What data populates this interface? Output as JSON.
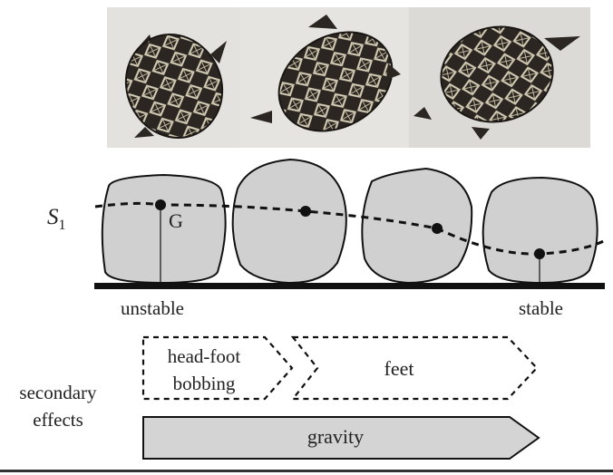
{
  "photos": [
    {
      "icon": "tortoise-on-back-photo",
      "state": "upside-down"
    },
    {
      "icon": "tortoise-righting-photo",
      "state": "mid-turn"
    },
    {
      "icon": "tortoise-upright-photo",
      "state": "upright"
    }
  ],
  "diagram": {
    "curve_label": "S",
    "curve_label_subscript": "1",
    "centroid_label": "G",
    "left_label": "unstable",
    "right_label": "stable"
  },
  "effects": {
    "section_label_line1": "secondary",
    "section_label_line2": "effects",
    "headfoot_line1": "head-foot",
    "headfoot_line2": "bobbing",
    "feet_label": "feet",
    "gravity_label": "gravity"
  },
  "colors": {
    "shell_fill": "#d0d0d0",
    "stroke": "#111111",
    "ground": "#111111",
    "gravity_fill": "#d4d4d4",
    "photo_bg": "#e6e4e0"
  }
}
